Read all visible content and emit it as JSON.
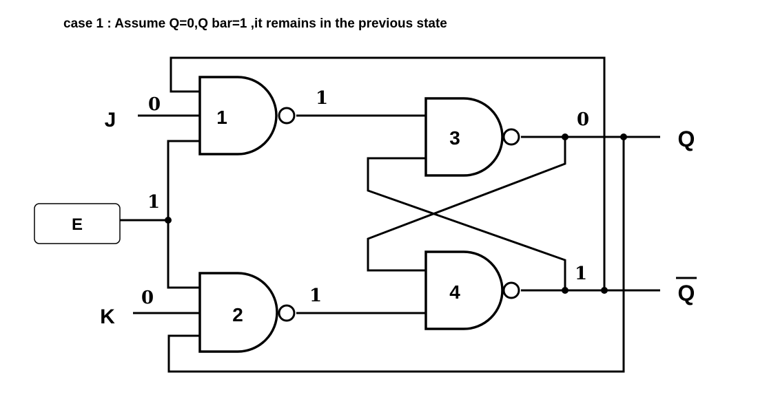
{
  "title": "case 1 : Assume  Q=0,Q bar=1 ,it remains in the previous state",
  "inputs": {
    "j": "J",
    "k": "K",
    "e": "E"
  },
  "outputs": {
    "q": "Q",
    "qbar": "Q"
  },
  "gates": {
    "g1": "1",
    "g2": "2",
    "g3": "3",
    "g4": "4"
  },
  "signals": {
    "j_value": "0",
    "k_value": "0",
    "e_value": "1",
    "gate1_out": "1",
    "gate2_out": "1",
    "q_value": "0",
    "qbar_value": "1"
  },
  "colors": {
    "line": "#000000",
    "background": "#ffffff"
  }
}
